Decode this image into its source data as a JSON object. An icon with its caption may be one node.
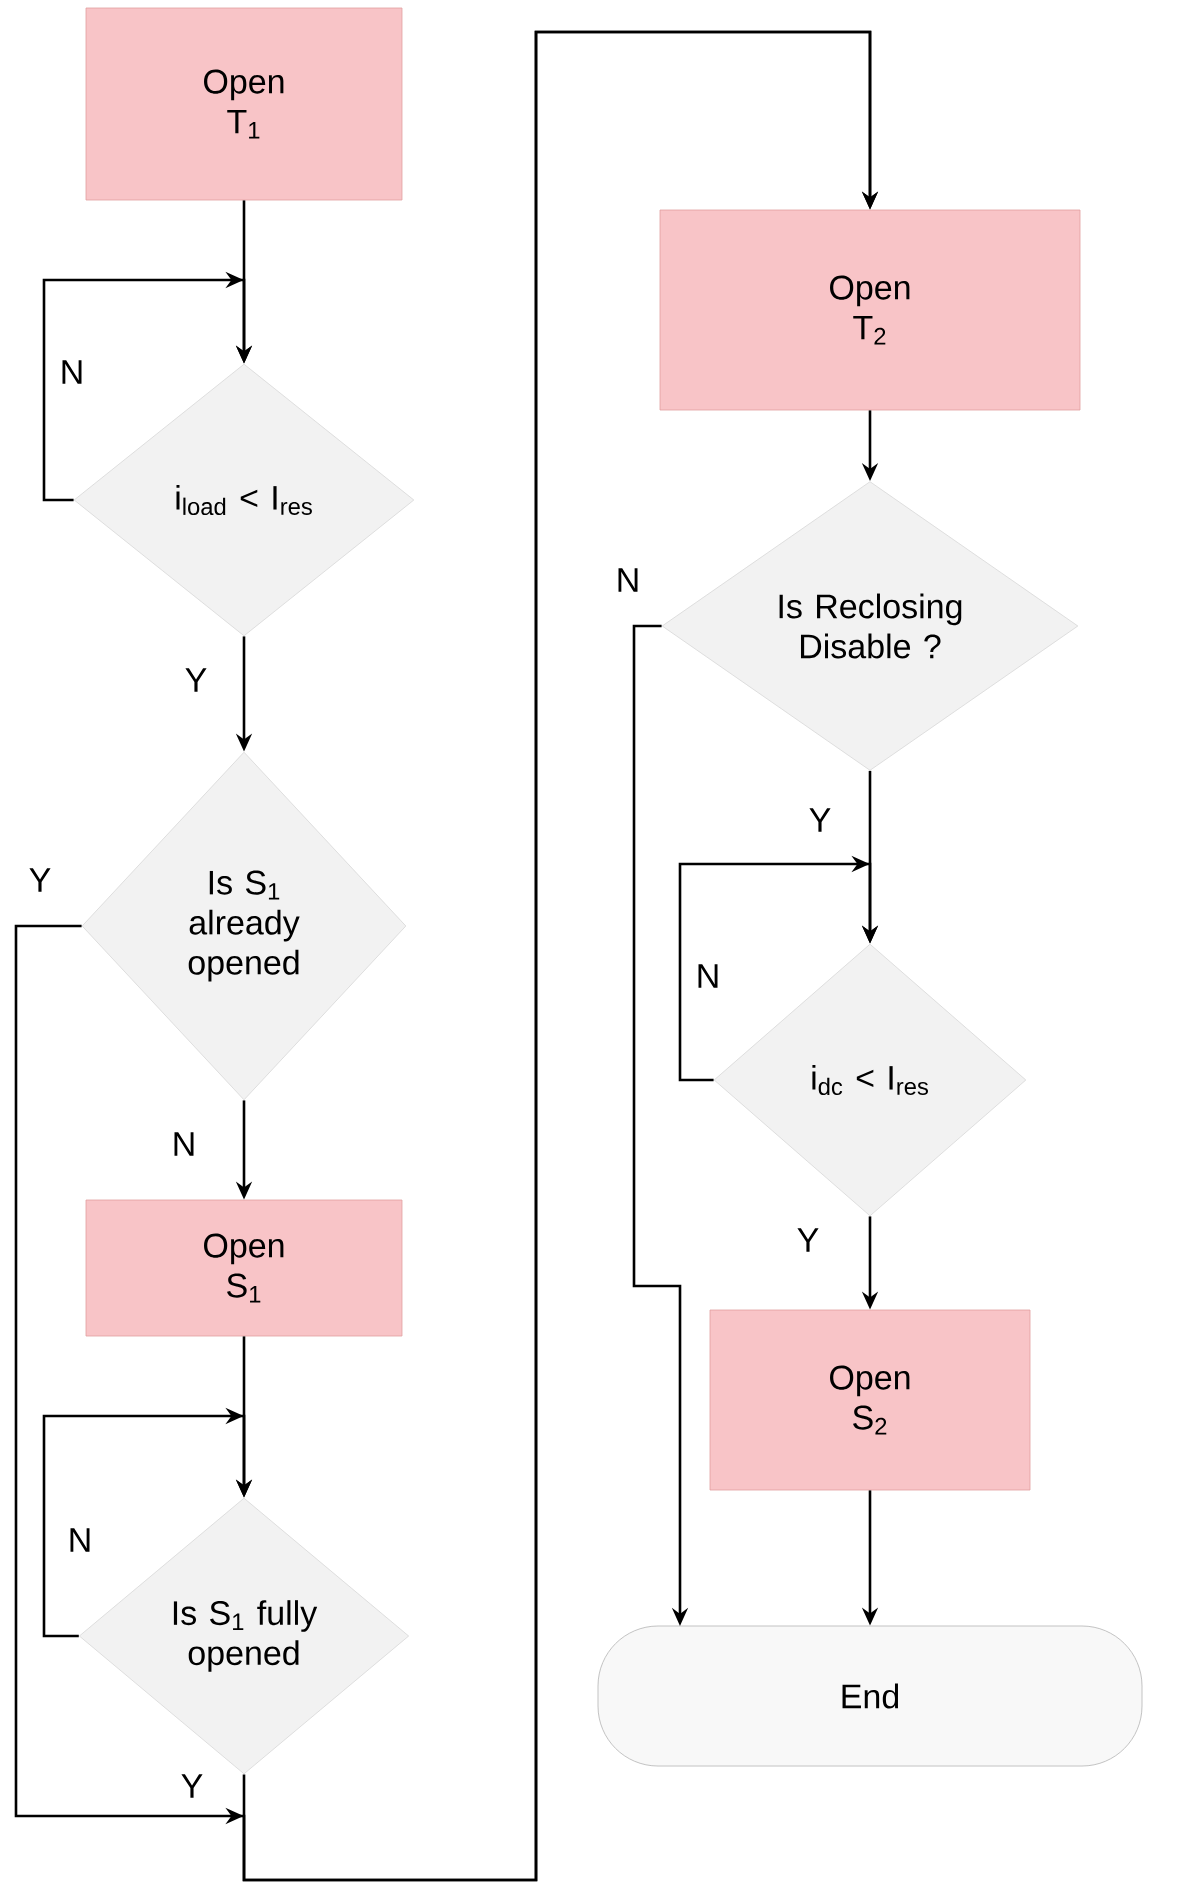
{
  "diagram": {
    "nodes": [
      {
        "text": [
          "Open T$_{1}$"
        ]
      },
      {
        "text": [
          "i$_{load}$ < I$_{res}$"
        ]
      },
      {
        "text": [
          "Is S$_{1}$ already opened"
        ]
      },
      {
        "text": [
          "Open S$_{1}$"
        ]
      },
      {
        "text": [
          "Is S$_{1}$ fully opened"
        ]
      },
      {
        "text": [
          "Open T$_{2}$"
        ]
      },
      {
        "text": [
          "Is Reclosing Disable ?"
        ]
      },
      {
        "text": [
          "i$_{dc}$ < I$_{res}$"
        ]
      },
      {
        "text": [
          "Open S$_{2}$"
        ]
      },
      {
        "text": [
          "End"
        ]
      }
    ],
    "edges": [
      {
        "from": 0,
        "to": 1,
        "arrow": "to"
      },
      {
        "from": 1,
        "to": 1,
        "label": "N",
        "arrow": "to"
      },
      {
        "from": 1,
        "to": 2,
        "label": "Y",
        "arrow": "to"
      },
      {
        "from": 2,
        "to": 3,
        "label": "N",
        "arrow": "to"
      },
      {
        "from": 2,
        "to": 5,
        "label": "Y",
        "arrow": "to"
      },
      {
        "from": 3,
        "to": 4,
        "arrow": "to"
      },
      {
        "from": 4,
        "to": 4,
        "label": "N",
        "arrow": "to"
      },
      {
        "from": 4,
        "to": 5,
        "label": "Y",
        "arrow": "to"
      },
      {
        "from": 5,
        "to": 6,
        "arrow": "to"
      },
      {
        "from": 6,
        "to": 7,
        "label": "Y",
        "arrow": "to"
      },
      {
        "from": 6,
        "to": 9,
        "label": "N",
        "arrow": "to"
      },
      {
        "from": 7,
        "to": 7,
        "label": "N",
        "arrow": "to"
      },
      {
        "from": 7,
        "to": 8,
        "label": "Y",
        "arrow": "to"
      },
      {
        "from": 8,
        "to": 9,
        "arrow": "to"
      }
    ]
  }
}
